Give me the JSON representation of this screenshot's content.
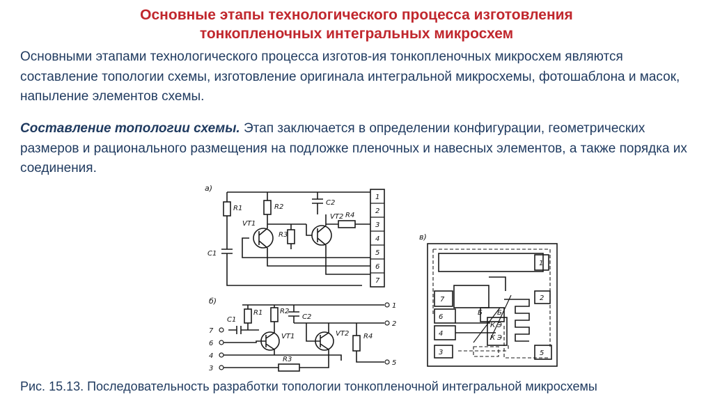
{
  "slide": {
    "title_line1": "Основные этапы технологического процесса изготовления",
    "title_line2": "тонкопленочных интегральных микросхем",
    "paragraph1": "Основными этапами технологического процесса изготов-ия тонкопленочных микросхем являются составление топологии схемы, изготовление оригинала интегральной микросхемы, фотошаблона и масок, напыление элементов схемы.",
    "paragraph2_lead": "Составление топологии схемы.",
    "paragraph2_text": " Этап заключается в определении конфигурации, геометрических размеров и рационального размещения на подложке пленочных и навесных элементов, а также порядка их соединения.",
    "caption": "Рис. 15.13. Последовательность разработки топологии тонкопленочной интегральной микросхемы"
  },
  "figure": {
    "panel_a": {
      "label": "а)",
      "components": [
        "R1",
        "R2",
        "R3",
        "R4",
        "C1",
        "C2",
        "VT1",
        "VT2"
      ],
      "pins": [
        "1",
        "2",
        "3",
        "4",
        "5",
        "6",
        "7"
      ]
    },
    "panel_b": {
      "label": "б)",
      "components": [
        "R1",
        "R2",
        "R3",
        "R4",
        "C1",
        "C2",
        "VT1",
        "VT2"
      ],
      "pins": [
        "1",
        "2",
        "7",
        "6",
        "4",
        "3",
        "5"
      ]
    },
    "panel_c": {
      "label": "в)",
      "pads": [
        "1",
        "2",
        "3",
        "4",
        "5",
        "6",
        "7"
      ],
      "markers": [
        "Б",
        "Б",
        "К",
        "Э",
        "К",
        "Э"
      ]
    }
  }
}
